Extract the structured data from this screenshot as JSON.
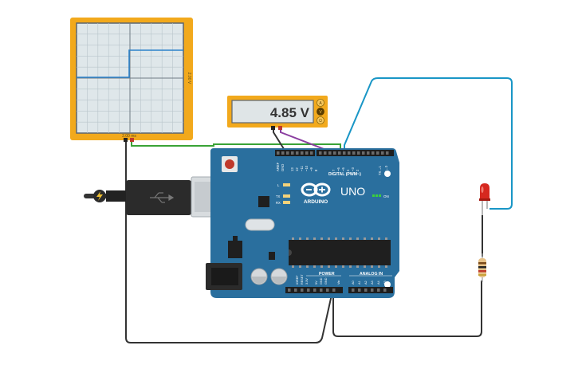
{
  "oscilloscope": {
    "time_label": "2.00 ms",
    "scale_label": "2.00 V"
  },
  "multimeter": {
    "reading": "4.85 V",
    "mode_buttons": [
      "A",
      "V",
      "Ω"
    ]
  },
  "arduino": {
    "brand": "ARDUINO",
    "model": "UNO",
    "power_led_label": "ON",
    "led_labels": [
      "L",
      "TX",
      "RX"
    ],
    "digital_header_label": "DIGITAL (PWM~)",
    "digital_pins": [
      "AREF",
      "GND",
      "13",
      "12",
      "~11",
      "~10",
      "~9",
      "8",
      "7",
      "~6",
      "~5",
      "4",
      "~3",
      "2",
      "TX→1",
      "RX←0"
    ],
    "power_header_label": "POWER",
    "power_pins": [
      "IOREF",
      "RESET",
      "3.3V",
      "5V",
      "GND",
      "GND",
      "Vin"
    ],
    "analog_header_label": "ANALOG IN",
    "analog_pins": [
      "A0",
      "A1",
      "A2",
      "A3",
      "A4",
      "A5"
    ]
  },
  "colors": {
    "board_blue": "#2a6f9e",
    "instrument_frame": "#f2a91c",
    "wire_green": "#3aa336",
    "wire_purple": "#8a3ea0",
    "wire_blue": "#1996c6",
    "wire_dark": "#333333",
    "led_red": "#d6281f"
  }
}
